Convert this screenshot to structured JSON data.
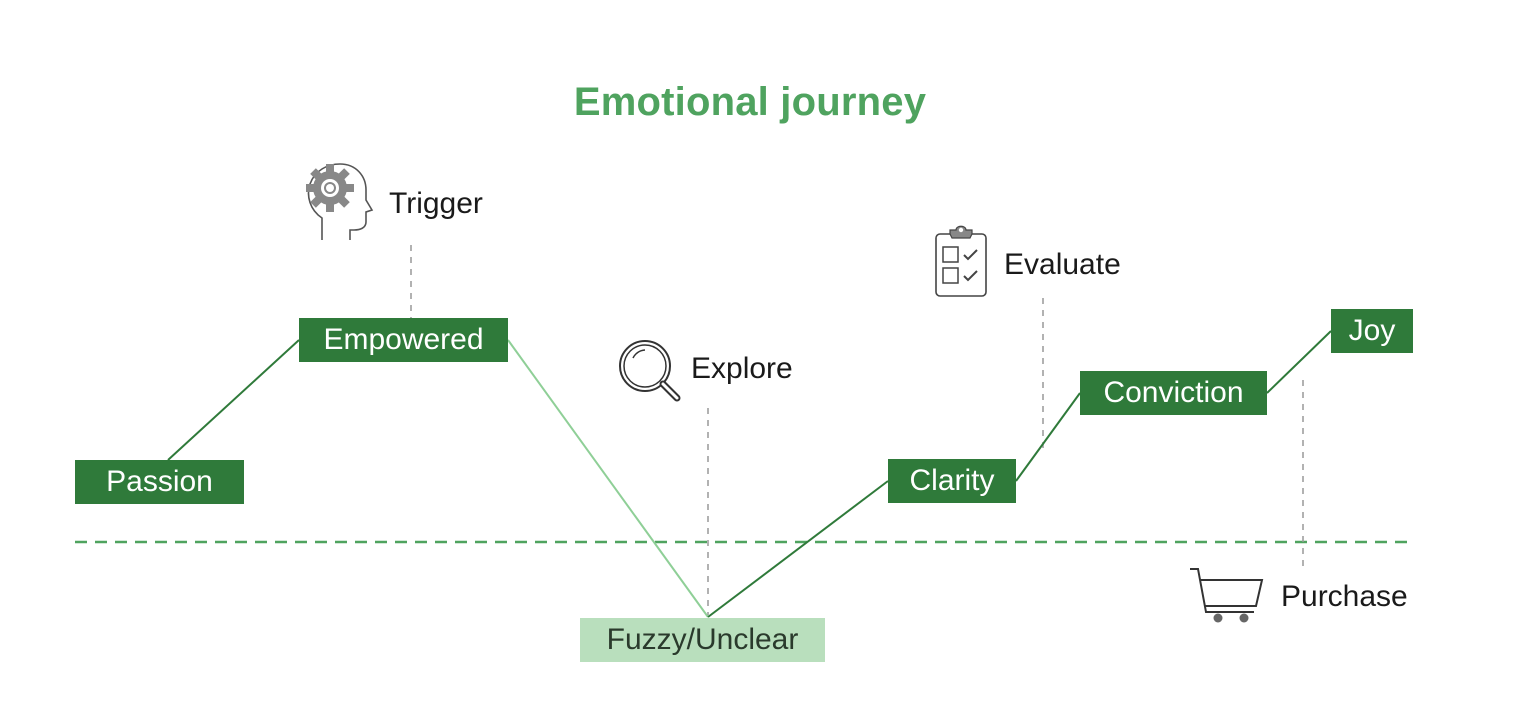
{
  "title": "Emotional journey",
  "colors": {
    "title": "#4fa35f",
    "emotion_box": "#2f7a3a",
    "emotion_box_low": "#b9dfbd",
    "line": "#2f7a3a",
    "line_low": "#8fcf97",
    "baseline": "#4fa35f"
  },
  "emotions": [
    {
      "label": "Passion",
      "level": "positive"
    },
    {
      "label": "Empowered",
      "level": "positive"
    },
    {
      "label": "Fuzzy/Unclear",
      "level": "negative"
    },
    {
      "label": "Clarity",
      "level": "positive"
    },
    {
      "label": "Conviction",
      "level": "positive"
    },
    {
      "label": "Joy",
      "level": "positive"
    }
  ],
  "stages": [
    {
      "label": "Trigger",
      "icon": "head-gear-icon"
    },
    {
      "label": "Explore",
      "icon": "magnifier-icon"
    },
    {
      "label": "Evaluate",
      "icon": "clipboard-checklist-icon"
    },
    {
      "label": "Purchase",
      "icon": "shopping-cart-icon"
    }
  ]
}
